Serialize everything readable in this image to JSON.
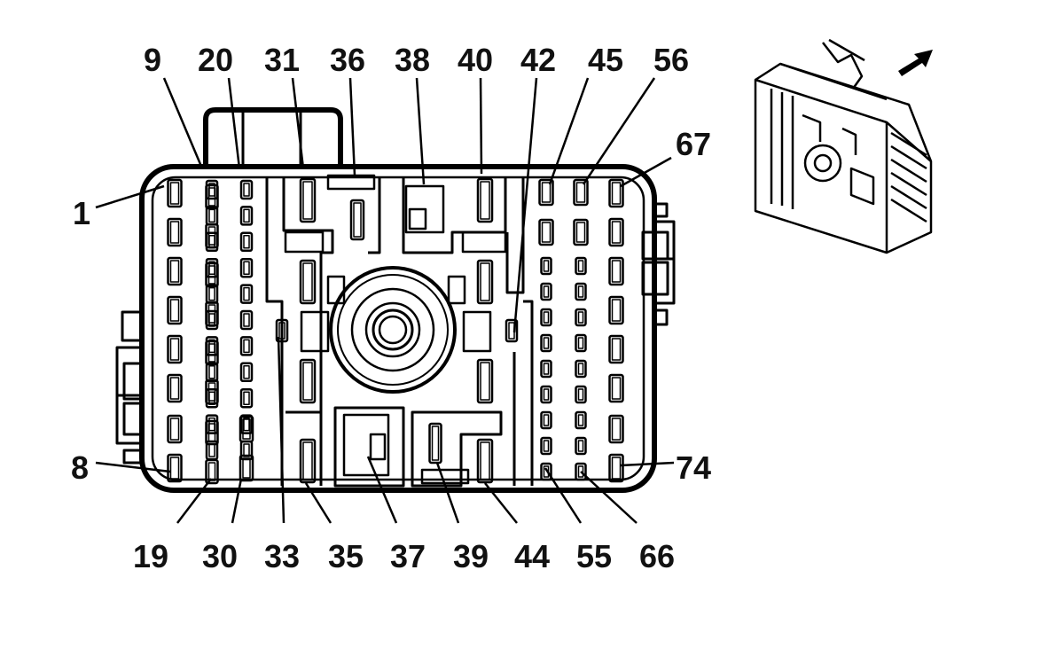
{
  "diagram": {
    "pin_labels": {
      "p1": "1",
      "p8": "8",
      "p9": "9",
      "p19": "19",
      "p20": "20",
      "p30": "30",
      "p31": "31",
      "p33": "33",
      "p35": "35",
      "p36": "36",
      "p37": "37",
      "p38": "38",
      "p39": "39",
      "p40": "40",
      "p42": "42",
      "p44": "44",
      "p45": "45",
      "p55": "55",
      "p56": "56",
      "p66": "66",
      "p67": "67",
      "p74": "74"
    },
    "colors": {
      "line": "#000000",
      "background": "#ffffff"
    },
    "icons": {
      "direction": "arrow-up-right-icon",
      "connector_view": "connector-isometric-icon"
    }
  }
}
